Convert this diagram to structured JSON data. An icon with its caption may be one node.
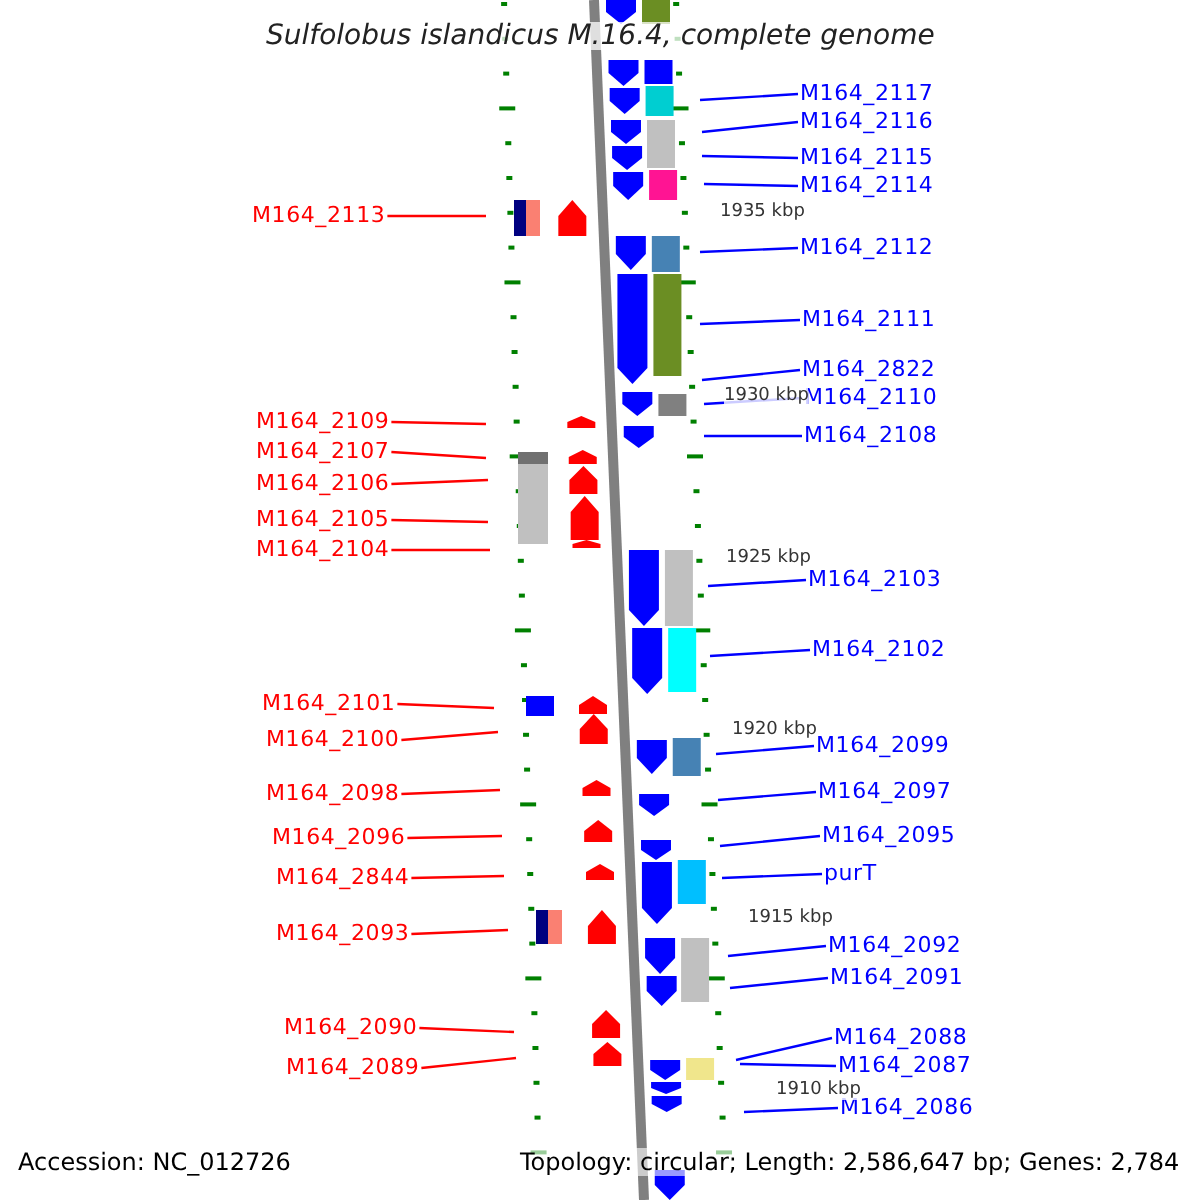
{
  "diagram": {
    "title": "Sulfolobus islandicus M.16.4, complete genome",
    "nodes": [
      {
        "text": [
          "M164_2117"
        ]
      },
      {
        "text": [
          "M164_2116"
        ]
      },
      {
        "text": [
          "M164_2115"
        ]
      },
      {
        "text": [
          "M164_2114"
        ]
      },
      {
        "text": [
          "M164_2113"
        ]
      },
      {
        "text": [
          "M164_2112"
        ]
      },
      {
        "text": [
          "M164_2111"
        ]
      },
      {
        "text": [
          "M164_2822"
        ]
      },
      {
        "text": [
          "M164_2110"
        ]
      },
      {
        "text": [
          "M164_2109"
        ]
      },
      {
        "text": [
          "M164_2108"
        ]
      },
      {
        "text": [
          "M164_2107"
        ]
      },
      {
        "text": [
          "M164_2106"
        ]
      },
      {
        "text": [
          "M164_2105"
        ]
      },
      {
        "text": [
          "M164_2104"
        ]
      },
      {
        "text": [
          "M164_2103"
        ]
      },
      {
        "text": [
          "M164_2102"
        ]
      },
      {
        "text": [
          "M164_2101"
        ]
      },
      {
        "text": [
          "M164_2100"
        ]
      },
      {
        "text": [
          "M164_2099"
        ]
      },
      {
        "text": [
          "M164_2098"
        ]
      },
      {
        "text": [
          "M164_2097"
        ]
      },
      {
        "text": [
          "M164_2096"
        ]
      },
      {
        "text": [
          "M164_2095"
        ]
      },
      {
        "text": [
          "purT"
        ]
      },
      {
        "text": [
          "M164_2844"
        ]
      },
      {
        "text": [
          "M164_2093"
        ]
      },
      {
        "text": [
          "M164_2092"
        ]
      },
      {
        "text": [
          "M164_2091"
        ]
      },
      {
        "text": [
          "M164_2090"
        ]
      },
      {
        "text": [
          "M164_2088"
        ]
      },
      {
        "text": [
          "M164_2089"
        ]
      },
      {
        "text": [
          "M164_2087"
        ]
      },
      {
        "text": [
          "M164_2086"
        ]
      }
    ],
    "edges": [
      {
        "from": 0,
        "to": null,
        "arrow": "none"
      },
      {
        "from": 1,
        "to": null,
        "arrow": "none"
      },
      {
        "from": 2,
        "to": null,
        "arrow": "none"
      },
      {
        "from": 3,
        "to": null,
        "arrow": "none"
      },
      {
        "from": 4,
        "to": null,
        "arrow": "none",
        "color": "#ff0000"
      },
      {
        "from": 5,
        "to": null,
        "arrow": "none"
      },
      {
        "from": 6,
        "to": null,
        "arrow": "none"
      },
      {
        "from": 7,
        "to": null,
        "arrow": "none"
      },
      {
        "from": 8,
        "to": null,
        "arrow": "none"
      },
      {
        "from": 9,
        "to": null,
        "arrow": "none",
        "color": "#ff0000"
      },
      {
        "from": 10,
        "to": null,
        "arrow": "none"
      },
      {
        "from": 11,
        "to": null,
        "arrow": "none",
        "color": "#ff0000"
      },
      {
        "from": 12,
        "to": null,
        "arrow": "none",
        "color": "#ff0000"
      },
      {
        "from": 13,
        "to": null,
        "arrow": "none",
        "color": "#ff0000"
      },
      {
        "from": 14,
        "to": null,
        "arrow": "none",
        "color": "#ff0000"
      },
      {
        "from": 15,
        "to": null,
        "arrow": "none"
      },
      {
        "from": 16,
        "to": null,
        "arrow": "none"
      },
      {
        "from": 17,
        "to": null,
        "arrow": "none",
        "color": "#ff0000"
      },
      {
        "from": 18,
        "to": null,
        "arrow": "none",
        "color": "#ff0000"
      },
      {
        "from": 19,
        "to": null,
        "arrow": "none"
      },
      {
        "from": 20,
        "to": null,
        "arrow": "none",
        "color": "#ff0000"
      },
      {
        "from": 21,
        "to": null,
        "arrow": "none"
      },
      {
        "from": 22,
        "to": null,
        "arrow": "none",
        "color": "#ff0000"
      },
      {
        "from": 23,
        "to": null,
        "arrow": "none"
      },
      {
        "from": 24,
        "to": null,
        "arrow": "none"
      },
      {
        "from": 25,
        "to": null,
        "arrow": "none",
        "color": "#ff0000"
      },
      {
        "from": 26,
        "to": null,
        "arrow": "none",
        "color": "#ff0000"
      },
      {
        "from": 27,
        "to": null,
        "arrow": "none"
      },
      {
        "from": 28,
        "to": null,
        "arrow": "none"
      },
      {
        "from": 29,
        "to": null,
        "arrow": "none",
        "color": "#ff0000"
      },
      {
        "from": 30,
        "to": null,
        "arrow": "none"
      },
      {
        "from": 31,
        "to": null,
        "arrow": "none",
        "color": "#ff0000"
      },
      {
        "from": 32,
        "to": null,
        "arrow": "none"
      },
      {
        "from": 33,
        "to": null,
        "arrow": "none"
      }
    ],
    "labels": [
      "1935 kbp",
      "1930 kbp",
      "1925 kbp",
      "1920 kbp",
      "1915 kbp",
      "1910 kbp",
      "Accession: NC_012726",
      "Topology: circular; Length: 2,586,647 bp; Genes: 2,784"
    ]
  }
}
